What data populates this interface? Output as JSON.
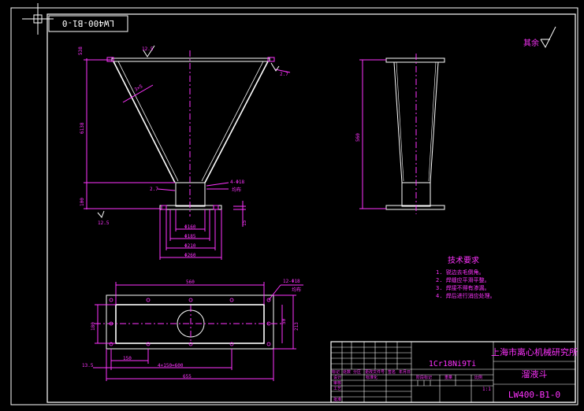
{
  "drawing_number_rotated": "LW400-B1-0",
  "surface_note": "其余",
  "roughness_values": {
    "top": "12.5",
    "left": "12.5",
    "right_weld": "2.7"
  },
  "front_view": {
    "height_total": "538",
    "height_middle": "6138",
    "height_bottom": "100",
    "slope_note": "3×5",
    "hole_note": "4-Φ18",
    "hole_note_2": "均布",
    "weld_left": "2.7",
    "d1": "Φ160",
    "d2": "Φ185",
    "d3": "Φ210",
    "d4": "Φ260",
    "small_dim": "15"
  },
  "side_view": {
    "height": "560"
  },
  "plan_view": {
    "top_dim": "560",
    "hole_note": "12-Φ18",
    "hole_note_2": "均布",
    "left_dim": "180",
    "right_dim_1": "50",
    "right_dim_2": "213",
    "bottom_dim_1": "150",
    "bottom_dim_2": "4×150=600",
    "bottom_dim_3": "655",
    "left_small": "13.5"
  },
  "tech_req": {
    "title": "技术要求",
    "items": [
      "1. 锐边去毛倒角。",
      "2. 焊缝应平滑平整。",
      "3. 焊接不得有渗漏。",
      "4. 焊后进行消应处理。"
    ]
  },
  "title_block": {
    "material": "1Cr18Ni9Ti",
    "org": "上海市离心机械研究所",
    "part_name": "溜液斗",
    "drawing_no": "LW400-B1-0",
    "scale": "1:1",
    "labels": [
      "标记",
      "处数",
      "分区",
      "更改文件号",
      "签名",
      "年月日",
      "设计",
      "审核",
      "工艺",
      "批准",
      "标准化",
      "阶段标记",
      "重量",
      "比例"
    ]
  }
}
